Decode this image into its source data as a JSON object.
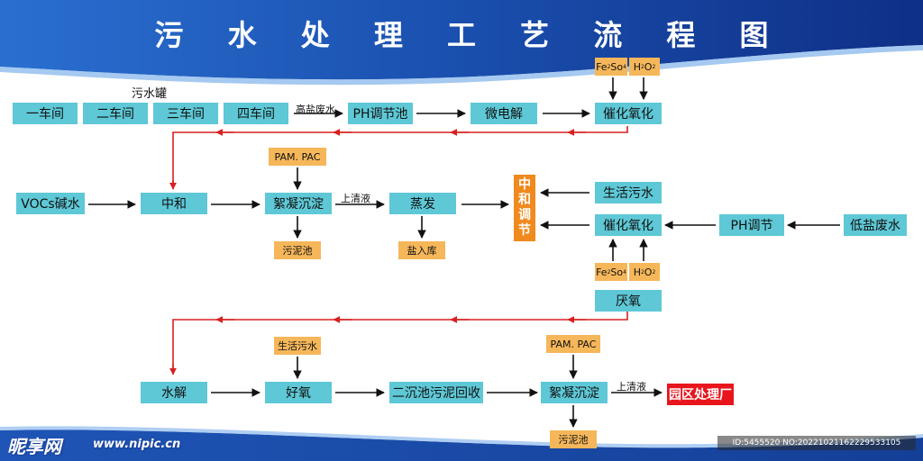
{
  "title": "污 水 处 理 工 艺 流 程 图",
  "colors": {
    "process_box": "#5ec8d6",
    "reagent_box": "#f5b75a",
    "adjust_box": "#f08a1e",
    "final_box": "#e8151d",
    "return_line": "#d92020",
    "arrow": "#111111",
    "header_blue": "#1f56b8"
  },
  "tank_label": "污水罐",
  "workshops": [
    "一车间",
    "二车间",
    "三车间",
    "四车间"
  ],
  "row1": {
    "high_salt_label": "高盐废水",
    "ph_pool": "PH调节池",
    "micro_electrolysis": "微电解",
    "catalytic_oxidation": "催化氧化",
    "reagent_fe": "Fe",
    "reagent_fe_sub1": "2",
    "reagent_so": "So",
    "reagent_fe_sub2": "4",
    "reagent_h": "H",
    "reagent_h_sub1": "2",
    "reagent_o": "O",
    "reagent_h_sub2": "2"
  },
  "row2": {
    "vocs": "VOCs碱水",
    "neutralize": "中和",
    "pam_pac": "PAM. PAC",
    "flocculation": "絮凝沉淀",
    "sludge": "污泥池",
    "supernatant": "上清液",
    "evaporation": "蒸发",
    "salt_storage": "盐入库",
    "adjust_box": [
      "中",
      "和",
      "调",
      "节"
    ],
    "domestic_sewage": "生活污水",
    "catalytic_oxidation": "催化氧化",
    "ph_adjust": "PH调节",
    "low_salt": "低盐废水",
    "anaerobic": "厌氧"
  },
  "row3": {
    "hydrolysis": "水解",
    "domestic_sewage": "生活污水",
    "aerobic": "好氧",
    "secondary_settling": "二沉池污泥回收",
    "pam_pac": "PAM. PAC",
    "flocculation": "絮凝沉淀",
    "sludge": "污泥池",
    "supernatant": "上清液",
    "park_plant": "园区处理厂"
  },
  "watermark": {
    "logo": "昵享网",
    "url": "www.nipic.cn",
    "id_text": "ID:5455520 NO:20221021162229533105"
  }
}
